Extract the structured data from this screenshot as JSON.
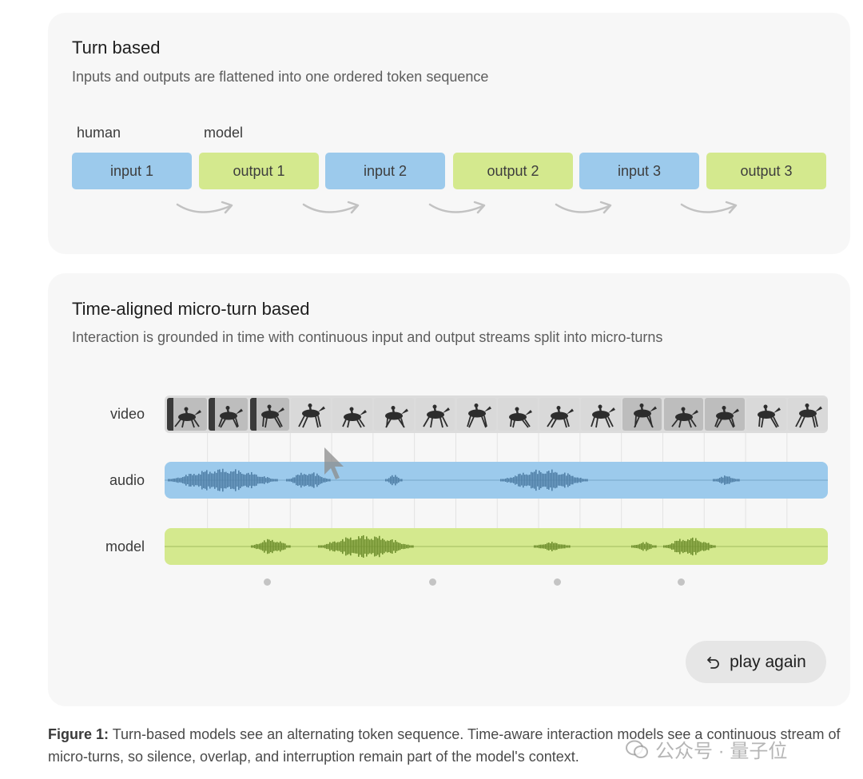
{
  "turn_based": {
    "title": "Turn based",
    "subtitle": "Inputs and outputs are flattened into one ordered token sequence",
    "roles": [
      "human",
      "model"
    ],
    "blocks": [
      {
        "label": "input 1",
        "kind": "input"
      },
      {
        "label": "output 1",
        "kind": "output"
      },
      {
        "label": "input 2",
        "kind": "input"
      },
      {
        "label": "output 2",
        "kind": "output"
      },
      {
        "label": "input 3",
        "kind": "input"
      },
      {
        "label": "output 3",
        "kind": "output"
      }
    ]
  },
  "micro_turn": {
    "title": "Time-aligned micro-turn based",
    "subtitle": "Interaction is grounded in time with continuous input and output streams split into micro-turns",
    "tracks": [
      "video",
      "audio",
      "model"
    ],
    "play_again_label": "play again"
  },
  "caption": {
    "label": "Figure 1:",
    "text": " Turn-based models see an alternating token sequence. Time-aware interaction models see a continuous stream of micro-turns, so silence, overlap, and interruption remain part of the model's context."
  },
  "watermark": {
    "text": "公众号 · 量子位"
  },
  "colors": {
    "input": "#9ccaec",
    "output": "#d4e98e",
    "audio_wave": "#4f7fa6",
    "model_wave": "#6f8f2e",
    "card": "#f7f7f7"
  },
  "icons": {
    "arrow": "curved-arrow-icon",
    "replay": "replay-icon",
    "cursor": "cursor-icon",
    "wechat": "wechat-icon"
  }
}
